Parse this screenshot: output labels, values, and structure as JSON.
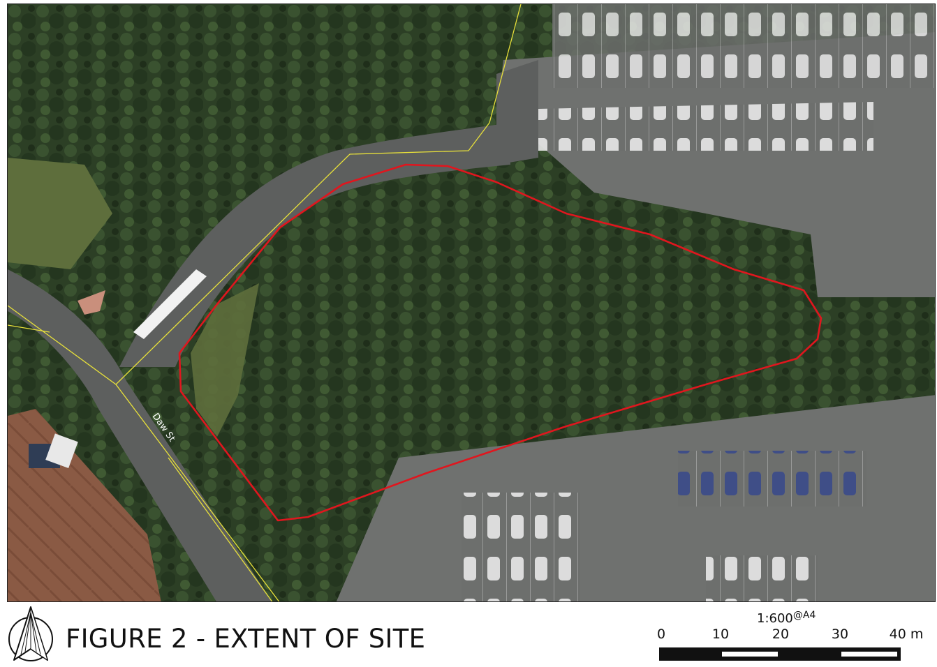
{
  "map": {
    "road_label": "Daw St",
    "colors": {
      "site_boundary": "#e0161e",
      "cadastral_lines": "#e8e13a",
      "road": "#5d5f5e",
      "carpark": "#6f716f",
      "tree_canopy": "#2c3f25",
      "grass": "#5e6e3c"
    }
  },
  "footer": {
    "title": "FIGURE 2 - EXTENT OF SITE",
    "north_arrow_icon": "north-arrow-icon",
    "scale": {
      "ratio": "1:600",
      "paper": "@A4",
      "ticks": [
        "0",
        "10",
        "20",
        "30",
        "40 m"
      ]
    }
  }
}
